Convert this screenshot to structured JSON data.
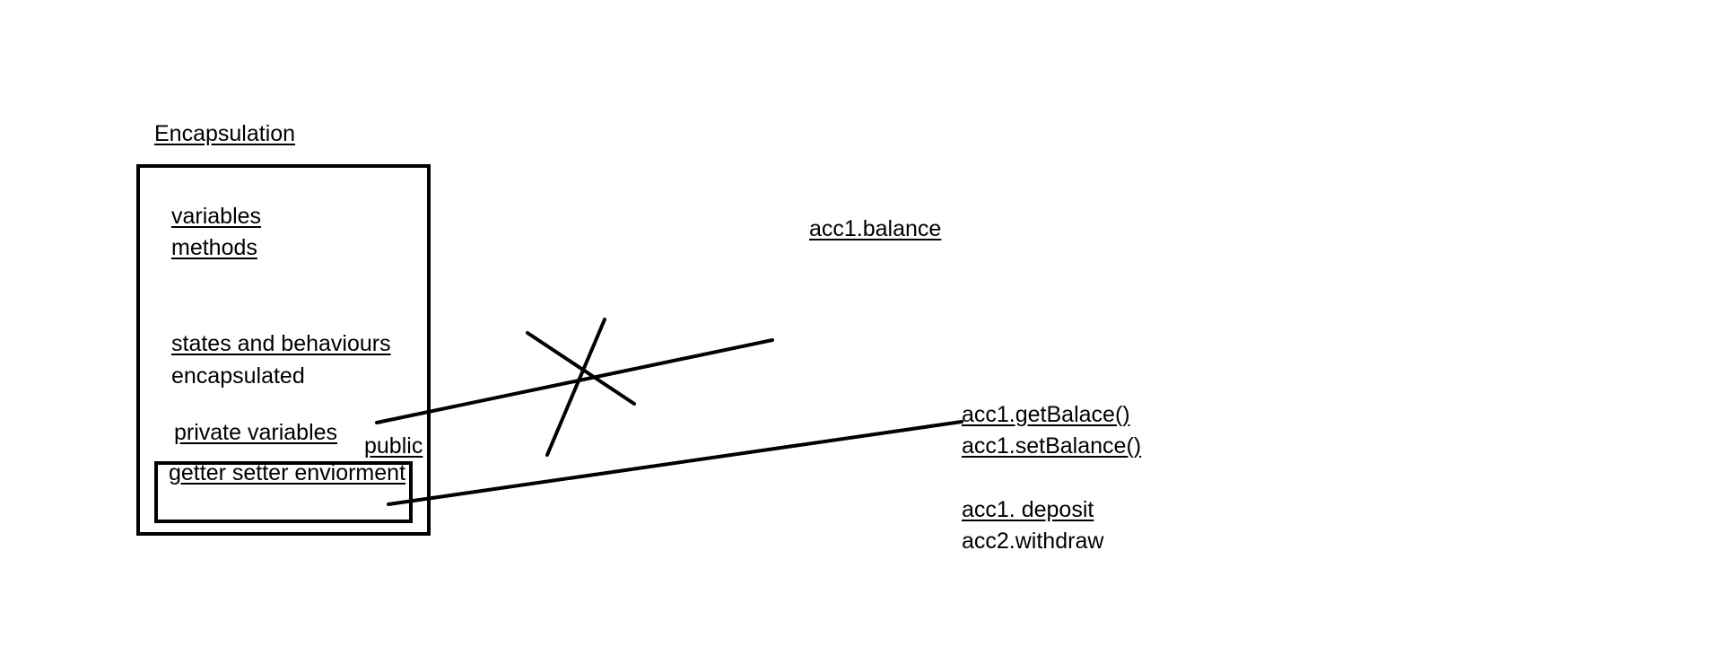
{
  "title": "Encapsulation",
  "box_items": {
    "line1": "variables",
    "line2": "methods",
    "line3": "states and behaviours",
    "line4": "encapsulated",
    "line5": "private variables",
    "public": "public",
    "getter": "getter setter enviorment"
  },
  "right_items": {
    "direct_access": "acc1.balance",
    "get": "acc1.getBalace()",
    "set": "acc1.setBalance()",
    "deposit": "acc1. deposit",
    "withdraw": "acc2.withdraw"
  },
  "colors": {
    "ink": "#000000",
    "background": "#ffffff"
  }
}
